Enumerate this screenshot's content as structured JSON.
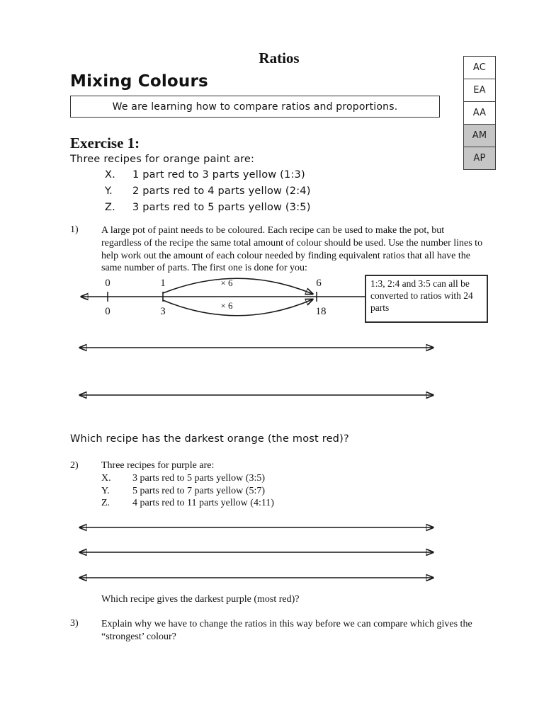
{
  "header": {
    "title": "Ratios",
    "heading": "Mixing Colours",
    "learning_goal": "We are learning how to compare ratios and proportions."
  },
  "levels": {
    "items": [
      {
        "label": "AC",
        "filled": false
      },
      {
        "label": "EA",
        "filled": false
      },
      {
        "label": "AA",
        "filled": false
      },
      {
        "label": "AM",
        "filled": true
      },
      {
        "label": "AP",
        "filled": true
      }
    ]
  },
  "exercise": {
    "heading": "Exercise 1:",
    "orange": {
      "intro": "Three recipes for orange paint are:",
      "recipes": [
        {
          "label": "X.",
          "text": "1 part red to 3 parts yellow (1:3)"
        },
        {
          "label": "Y.",
          "text": "2 parts red to 4 parts yellow (2:4)"
        },
        {
          "label": "Z.",
          "text": "3 parts red to 5 parts yellow (3:5)"
        }
      ]
    },
    "q1": {
      "number": "1)",
      "text": "A large pot of paint needs to be coloured.  Each recipe can be used to make the pot, but regardless of the recipe the same total amount of colour should be used.  Use the number lines to help work out the amount of each colour needed by finding equivalent ratios that all have the same number of parts.  The first one is done for you:",
      "number_line": {
        "top_labels": [
          "0",
          "1",
          "6"
        ],
        "bottom_labels": [
          "0",
          "3",
          "18"
        ],
        "top_multiplier": "× 6",
        "bottom_multiplier": "× 6"
      },
      "callout": "1:3, 2:4 and 3:5 can all be converted to ratios with 24 parts",
      "followup": "Which recipe has the darkest orange (the most red)?"
    },
    "q2": {
      "number": "2)",
      "intro": "Three recipes for purple are:",
      "recipes": [
        {
          "label": "X.",
          "text": "3 parts red to 5 parts yellow (3:5)"
        },
        {
          "label": "Y.",
          "text": "5 parts red to 7 parts yellow (5:7)"
        },
        {
          "label": "Z.",
          "text": "4 parts red to 11 parts yellow (4:11)"
        }
      ],
      "followup": "Which recipe gives the darkest purple (most red)?"
    },
    "q3": {
      "number": "3)",
      "text": "Explain why we have to change the ratios in this way before we can compare which gives the “strongest’ colour?"
    }
  },
  "colors": {
    "ink": "#161616",
    "border": "#3f3f3f",
    "level_fill": "#c6c6c6"
  }
}
